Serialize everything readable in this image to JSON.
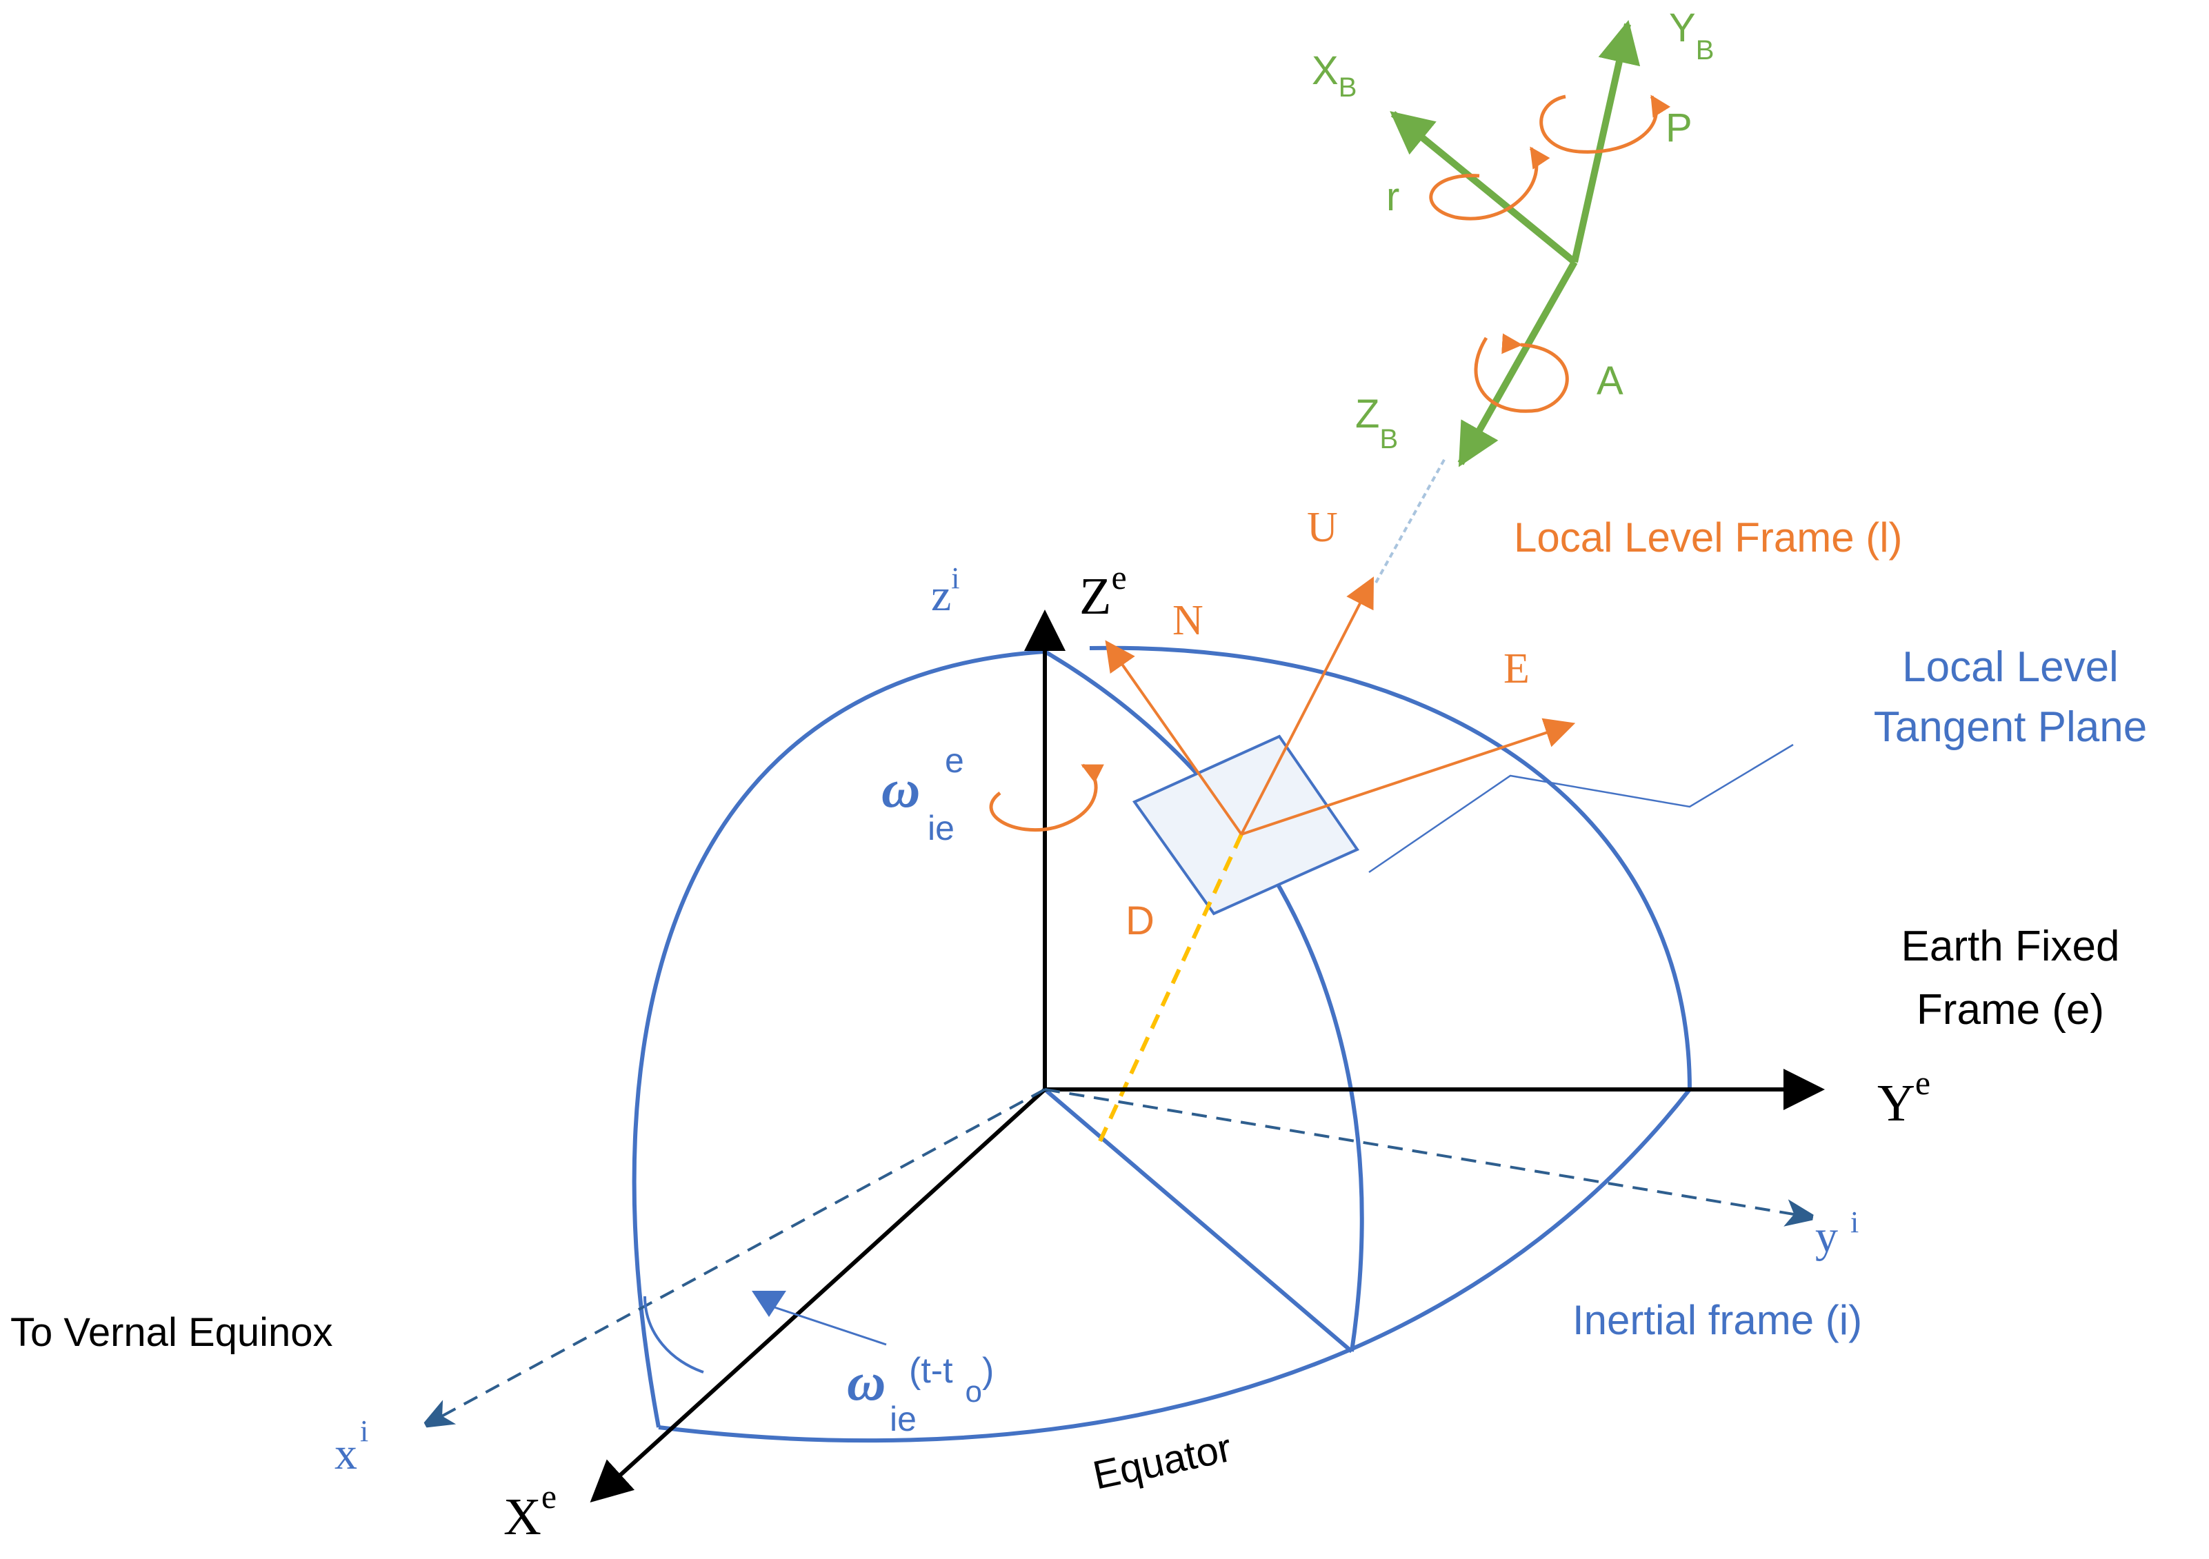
{
  "colors": {
    "blue": "#4472C4",
    "orange": "#ED7D31",
    "green": "#70AD47",
    "black": "#000000",
    "yellow": "#FFC000",
    "dashed_blue": "#2E5E8E",
    "light_blue": "#A9C4DE"
  },
  "labels": {
    "xb_main": "X",
    "xb_sub": "B",
    "yb_main": "Y",
    "yb_sub": "B",
    "zb_main": "Z",
    "zb_sub": "B",
    "p": "P",
    "r": "r",
    "a": "A",
    "u": "U",
    "n": "N",
    "e": "E",
    "d": "D",
    "local_level_frame": "Local Level Frame (l)",
    "tangent_line1": "Local Level",
    "tangent_line2": "Tangent Plane",
    "earth_fixed_line1": "Earth Fixed",
    "earth_fixed_line2": "Frame (e)",
    "zi_main": "z",
    "zi_sup": "i",
    "ze_main": "Z",
    "ze_sup": "e",
    "ye_main": "Y",
    "ye_sup": "e",
    "yi_main": "y",
    "yi_sup": "i",
    "xe_main": "X",
    "xe_sup": "e",
    "xi_main": "x",
    "xi_sup": "i",
    "omega_symbol": "ω",
    "omega_ie_sup": "e",
    "omega_ie_sub": "ie",
    "omega_t_sub": "ie",
    "omega_t_arg": "(t-t",
    "omega_t_o": "o",
    "omega_t_close": ")",
    "inertial_frame": "Inertial frame (i)",
    "vernal_equinox": "To Vernal Equinox",
    "equator": "Equator"
  }
}
